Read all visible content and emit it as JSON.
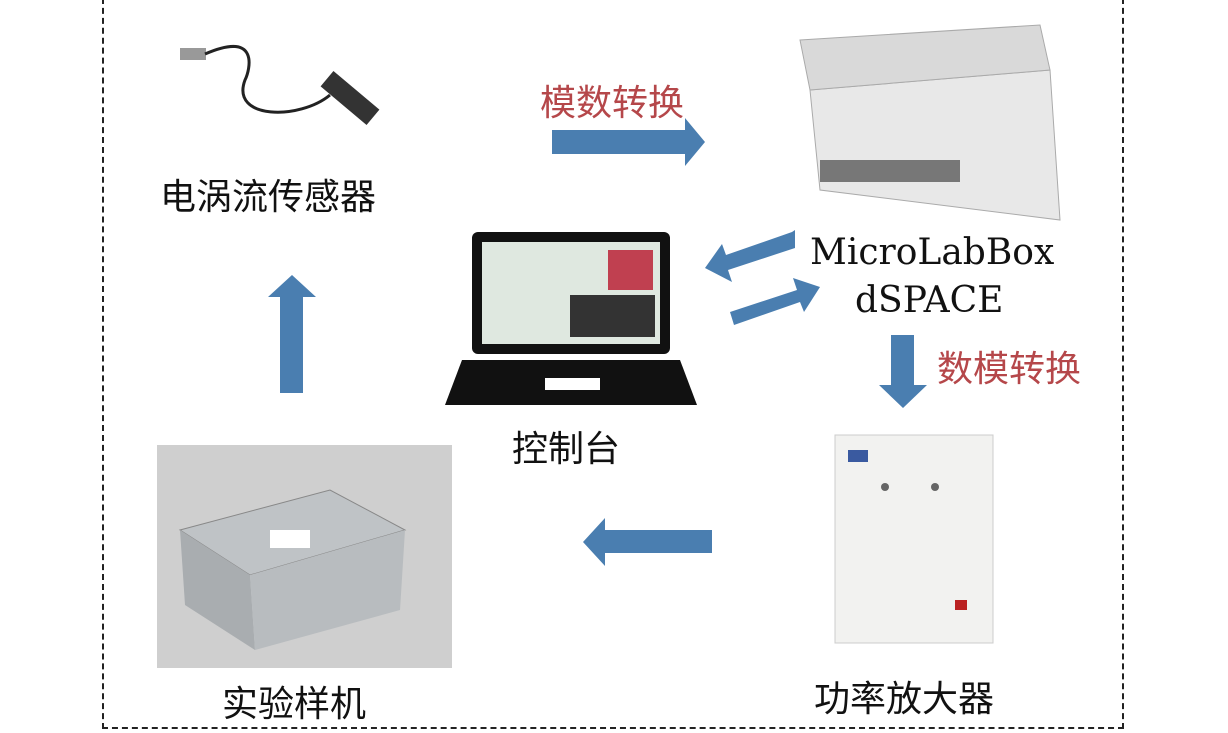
{
  "nodes": {
    "sensor": "电涡流传感器",
    "console": "控制台",
    "dspace_line1": "MicroLabBox",
    "dspace_line2": "dSPACE",
    "amplifier": "功率放大器",
    "prototype": "实验样机"
  },
  "edges": {
    "ad_conversion": "模数转换",
    "da_conversion": "数模转换"
  },
  "colors": {
    "arrow": "#4a7eb0",
    "conversion_text": "#b5474a"
  }
}
